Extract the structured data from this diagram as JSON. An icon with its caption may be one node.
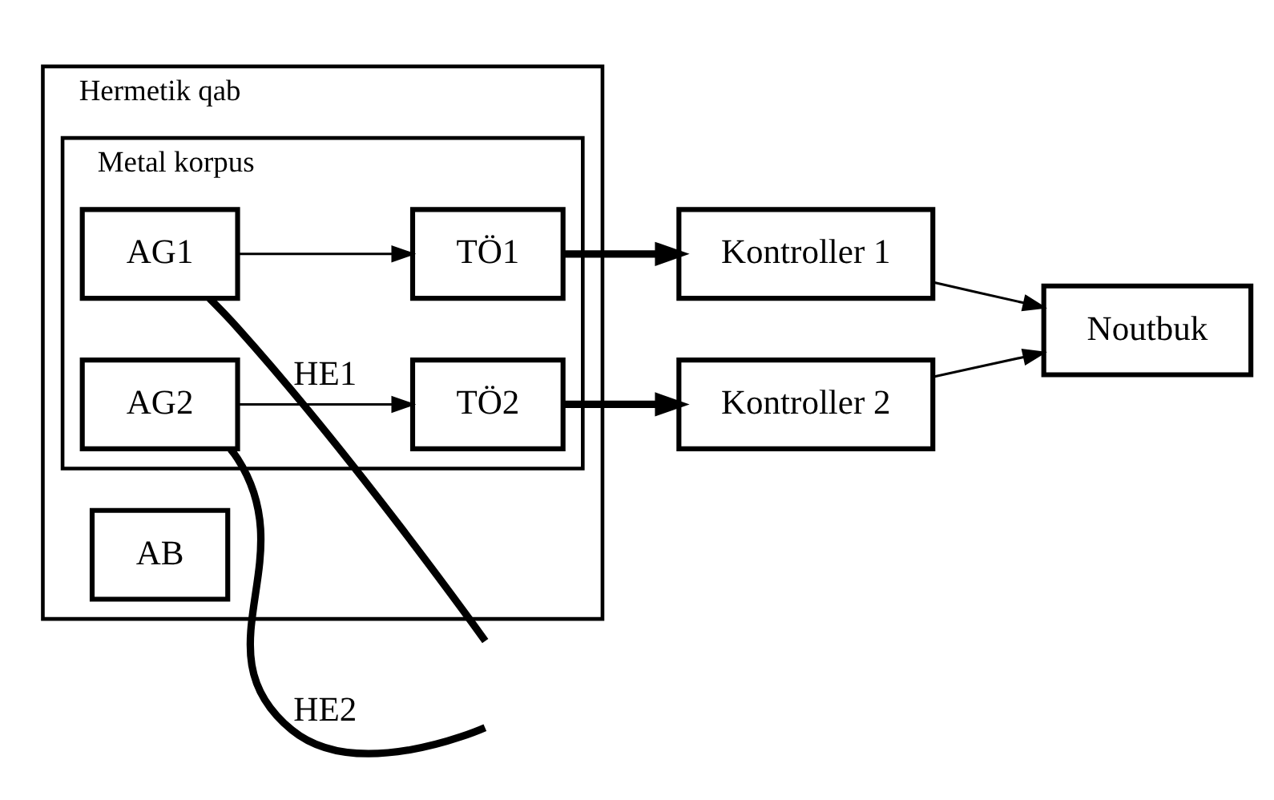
{
  "diagram": {
    "nodes": [
      {
        "text": [
          "Hermetik qab"
        ]
      },
      {
        "text": [
          "Metal korpus"
        ],
        "in": 0
      },
      {
        "text": [
          "AB"
        ],
        "in": 0
      },
      {
        "text": [
          "TÖ1"
        ],
        "in": 1
      },
      {
        "text": [
          "TÖ2"
        ],
        "in": 1
      },
      {
        "text": [
          "AG1"
        ],
        "in": 1
      },
      {
        "text": [
          "AG2"
        ],
        "in": 1
      },
      {
        "text": [
          "Kontroller 1"
        ]
      },
      {
        "text": [
          "Kontroller 2"
        ]
      },
      {
        "text": [
          "Noutbuk"
        ]
      }
    ],
    "edges": [
      {
        "from": 5,
        "to": 3,
        "arrow": "to"
      },
      {
        "from": 6,
        "to": 4,
        "arrow": "to"
      },
      {
        "from": 5,
        "to": null,
        "arrow": "none",
        "label": "HE1",
        "style": "thick"
      },
      {
        "from": 6,
        "to": null,
        "arrow": "none",
        "label": "HE2",
        "style": "thick"
      },
      {
        "from": 3,
        "to": 7,
        "arrow": "to",
        "style": "thick"
      },
      {
        "from": 4,
        "to": 8,
        "arrow": "to",
        "style": "thick"
      },
      {
        "from": 7,
        "to": 9,
        "arrow": "to"
      },
      {
        "from": 8,
        "to": 9,
        "arrow": "to"
      }
    ]
  }
}
